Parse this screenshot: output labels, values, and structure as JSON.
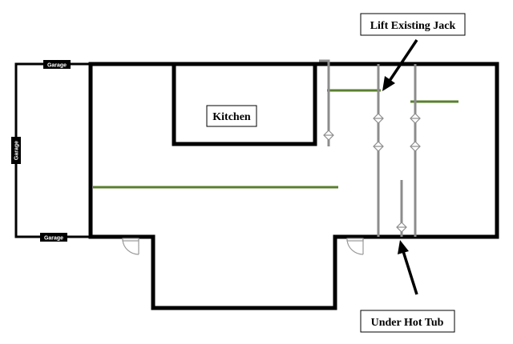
{
  "labels": {
    "kitchen": "Kitchen",
    "lift_jack": "Lift Existing Jack",
    "hot_tub": "Under Hot Tub",
    "garage_top": "Garage",
    "garage_side": "Garage",
    "garage_bottom": "Garage"
  },
  "colors": {
    "wall": "#000000",
    "beam": "#5a7f2e",
    "post": "#8c8c8c"
  }
}
